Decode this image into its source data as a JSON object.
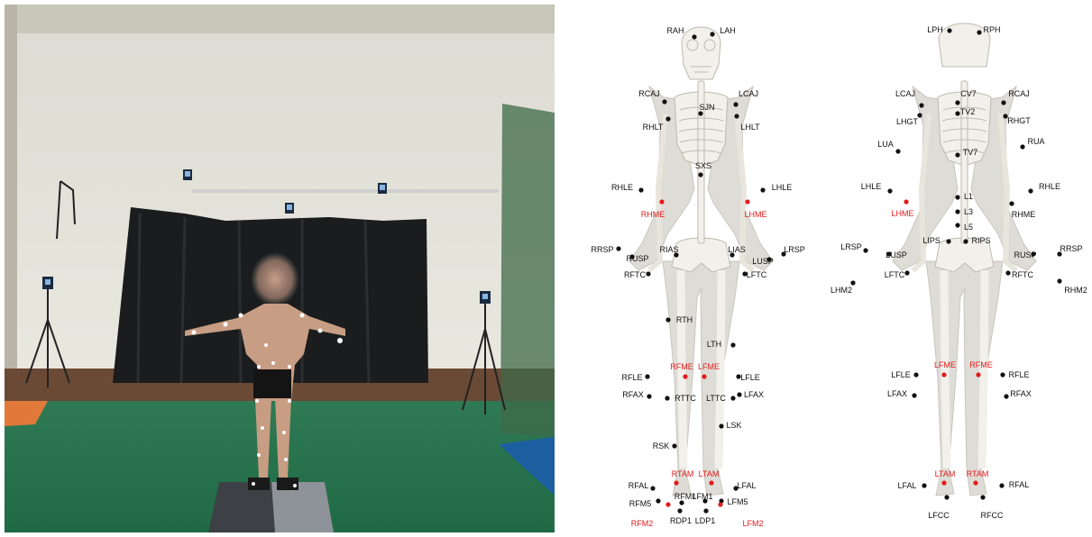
{
  "colors": {
    "marker_regular": "#111111",
    "marker_medial": "#e21b1b",
    "label_regular": "#111111",
    "label_medial": "#e21b1b",
    "bone": "#f2f0ea",
    "body": "#dedcd6"
  },
  "front_markers": [
    {
      "label": "RAH",
      "medial": false
    },
    {
      "label": "LAH",
      "medial": false
    },
    {
      "label": "RCAJ",
      "medial": false
    },
    {
      "label": "LCAJ",
      "medial": false
    },
    {
      "label": "SJN",
      "medial": false
    },
    {
      "label": "RHLT",
      "medial": false
    },
    {
      "label": "LHLT",
      "medial": false
    },
    {
      "label": "SXS",
      "medial": false
    },
    {
      "label": "RHLE",
      "medial": false
    },
    {
      "label": "LHLE",
      "medial": false
    },
    {
      "label": "RHME",
      "medial": true
    },
    {
      "label": "LHME",
      "medial": true
    },
    {
      "label": "RRSP",
      "medial": false
    },
    {
      "label": "RUSP",
      "medial": false
    },
    {
      "label": "RIAS",
      "medial": false
    },
    {
      "label": "LIAS",
      "medial": false
    },
    {
      "label": "LUSP",
      "medial": false
    },
    {
      "label": "LRSP",
      "medial": false
    },
    {
      "label": "RFTC",
      "medial": false
    },
    {
      "label": "LFTC",
      "medial": false
    },
    {
      "label": "RTH",
      "medial": false
    },
    {
      "label": "LTH",
      "medial": false
    },
    {
      "label": "RFLE",
      "medial": false
    },
    {
      "label": "RFME",
      "medial": true
    },
    {
      "label": "LFME",
      "medial": true
    },
    {
      "label": "LFLE",
      "medial": false
    },
    {
      "label": "RFAX",
      "medial": false
    },
    {
      "label": "RTTC",
      "medial": false
    },
    {
      "label": "LTTC",
      "medial": false
    },
    {
      "label": "LFAX",
      "medial": false
    },
    {
      "label": "LSK",
      "medial": false
    },
    {
      "label": "RSK",
      "medial": false
    },
    {
      "label": "RFAL",
      "medial": false
    },
    {
      "label": "RTAM",
      "medial": true
    },
    {
      "label": "LTAM",
      "medial": true
    },
    {
      "label": "LFAL",
      "medial": false
    },
    {
      "label": "RFM5",
      "medial": false
    },
    {
      "label": "RFM1",
      "medial": false
    },
    {
      "label": "LFM1",
      "medial": false
    },
    {
      "label": "LFM5",
      "medial": false
    },
    {
      "label": "RFM2",
      "medial": true
    },
    {
      "label": "RDP1",
      "medial": false
    },
    {
      "label": "LDP1",
      "medial": false
    },
    {
      "label": "LFM2",
      "medial": true
    }
  ],
  "back_markers": [
    {
      "label": "LPH",
      "medial": false
    },
    {
      "label": "RPH",
      "medial": false
    },
    {
      "label": "LCAJ",
      "medial": false
    },
    {
      "label": "CV7",
      "medial": false
    },
    {
      "label": "RCAJ",
      "medial": false
    },
    {
      "label": "LHGT",
      "medial": false
    },
    {
      "label": "TV2",
      "medial": false
    },
    {
      "label": "RHGT",
      "medial": false
    },
    {
      "label": "LUA",
      "medial": false
    },
    {
      "label": "TV7",
      "medial": false
    },
    {
      "label": "RUA",
      "medial": false
    },
    {
      "label": "LHLE",
      "medial": false
    },
    {
      "label": "L1",
      "medial": false
    },
    {
      "label": "RHLE",
      "medial": false
    },
    {
      "label": "LHME",
      "medial": true
    },
    {
      "label": "L3",
      "medial": false
    },
    {
      "label": "RHME",
      "medial": false
    },
    {
      "label": "L5",
      "medial": false
    },
    {
      "label": "LIPS",
      "medial": false
    },
    {
      "label": "RIPS",
      "medial": false
    },
    {
      "label": "LRSP",
      "medial": false
    },
    {
      "label": "LUSP",
      "medial": false
    },
    {
      "label": "RUSP",
      "medial": false
    },
    {
      "label": "RRSP",
      "medial": false
    },
    {
      "label": "LFTC",
      "medial": false
    },
    {
      "label": "RFTC",
      "medial": false
    },
    {
      "label": "LHM2",
      "medial": false
    },
    {
      "label": "RHM2",
      "medial": false
    },
    {
      "label": "LFLE",
      "medial": false
    },
    {
      "label": "LFME",
      "medial": true
    },
    {
      "label": "RFME",
      "medial": true
    },
    {
      "label": "RFLE",
      "medial": false
    },
    {
      "label": "LFAX",
      "medial": false
    },
    {
      "label": "RFAX",
      "medial": false
    },
    {
      "label": "LFAL",
      "medial": false
    },
    {
      "label": "LTAM",
      "medial": true
    },
    {
      "label": "RTAM",
      "medial": true
    },
    {
      "label": "RFAL",
      "medial": false
    },
    {
      "label": "LFCC",
      "medial": false
    },
    {
      "label": "RFCC",
      "medial": false
    }
  ]
}
